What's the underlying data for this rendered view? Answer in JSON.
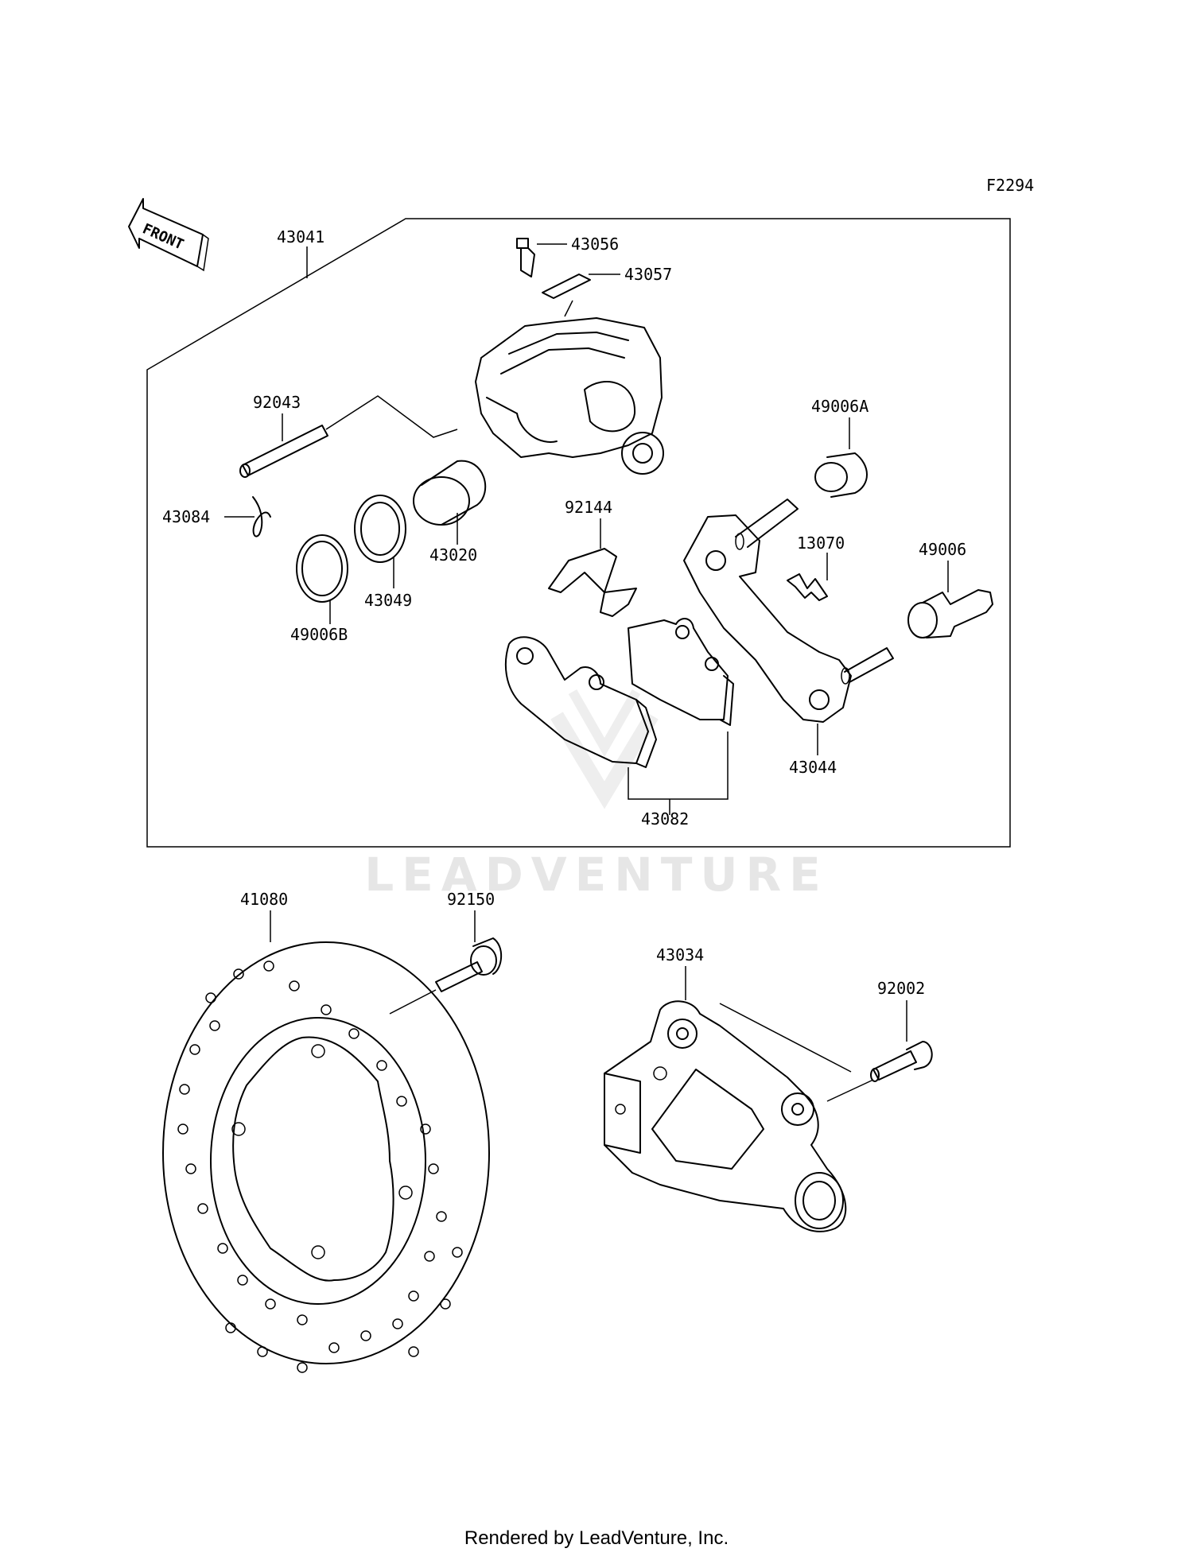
{
  "figure_id": "F2294",
  "front_marker": "FRONT",
  "parts": {
    "p43041": "43041",
    "p43056": "43056",
    "p43057": "43057",
    "p92043": "92043",
    "p49006A": "49006A",
    "p43084": "43084",
    "p43020": "43020",
    "p92144": "92144",
    "p13070": "13070",
    "p49006": "49006",
    "p43049": "43049",
    "p49006B": "49006B",
    "p43044": "43044",
    "p43082": "43082",
    "p41080": "41080",
    "p92150": "92150",
    "p43034": "43034",
    "p92002": "92002"
  },
  "watermark": "LEADVENTURE",
  "footer": "Rendered by LeadVenture, Inc."
}
